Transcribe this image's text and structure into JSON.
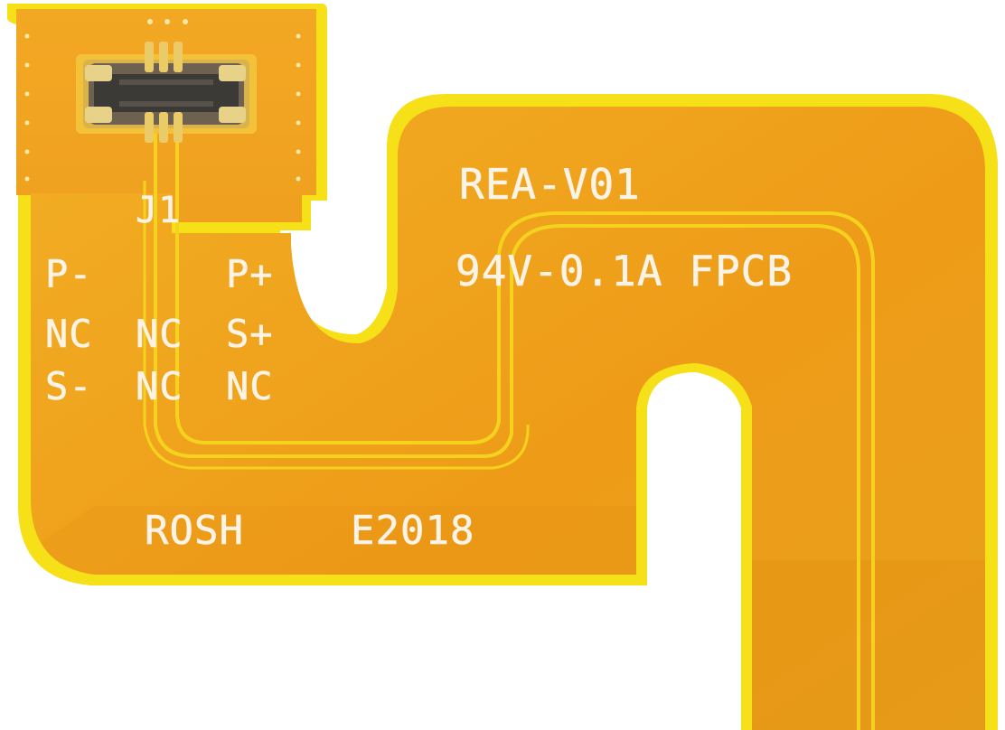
{
  "board": {
    "connector_ref": "J1",
    "pins": {
      "row1": [
        "P-",
        "P+"
      ],
      "row2": [
        "NC",
        "NC",
        "S+"
      ],
      "row3": [
        "S-",
        "NC",
        "NC"
      ]
    },
    "part_number": "REA-V01",
    "rating": "94V-0.1A FPCB",
    "manufacturer": "ROSH",
    "date_code": "E2018"
  },
  "colors": {
    "flex_edge": "#f6e018",
    "flex_body": "#f0a81e",
    "flex_shade": "#e08c10",
    "trace": "#f4d21e",
    "connector_body": "#3c3a36",
    "connector_pads": "#d8b24a",
    "silkscreen": "#fbf3e6",
    "background": "#ffffff"
  }
}
